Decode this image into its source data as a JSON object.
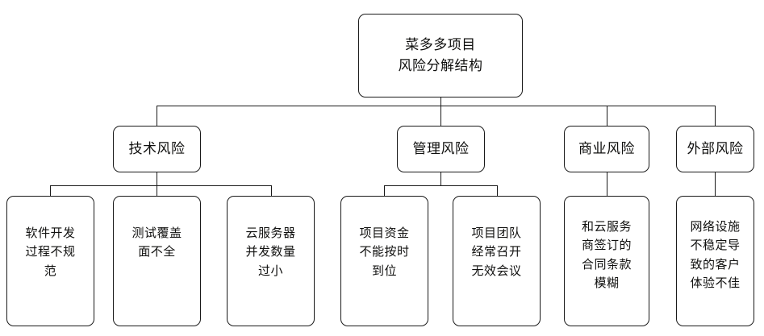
{
  "diagram": {
    "type": "risk-breakdown-structure",
    "root": {
      "id": "root",
      "label": "菜多多项目\n风险分解结构"
    },
    "categories": [
      {
        "id": "technical-risk",
        "label": "技术风险",
        "children": [
          {
            "id": "software-dev-process",
            "label": "软件开发\n过程不规\n范"
          },
          {
            "id": "test-coverage",
            "label": "测试覆盖\n面不全"
          },
          {
            "id": "cloud-server-concurrency",
            "label": "云服务器\n并发数量\n过小"
          }
        ]
      },
      {
        "id": "management-risk",
        "label": "管理风险",
        "children": [
          {
            "id": "project-funding",
            "label": "项目资金\n不能按时\n到位"
          },
          {
            "id": "ineffective-meetings",
            "label": "项目团队\n经常召开\n无效会议"
          }
        ]
      },
      {
        "id": "commercial-risk",
        "label": "商业风险",
        "children": [
          {
            "id": "vague-contract-terms",
            "label": "和云服务\n商签订的\n合同条款\n模糊"
          }
        ]
      },
      {
        "id": "external-risk",
        "label": "外部风险",
        "children": [
          {
            "id": "unstable-network",
            "label": "网络设施\n不稳定导\n致的客户\n体验不佳"
          }
        ]
      }
    ]
  },
  "style": {
    "border_color": "#1a1a1a",
    "text_color": "#10100f",
    "background": "#ffffff"
  }
}
